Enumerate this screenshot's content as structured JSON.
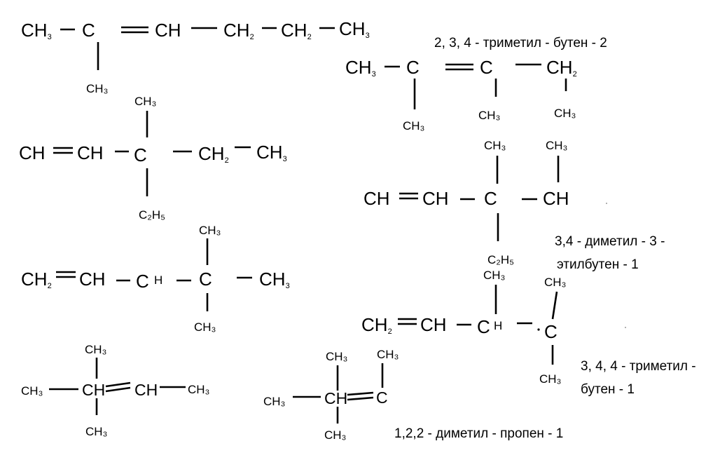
{
  "atoms": {
    "c": "C",
    "ch": "CH",
    "ch2_main": "CH",
    "ch2_sub": "2",
    "ch3_main": "CH",
    "ch3_sub": "3",
    "ch3_flat": "CH₃",
    "c2h5": "C₂H₅",
    "h": "H"
  },
  "labels": {
    "s2": "2, 3, 4 - триметил - бутен - 2",
    "s4_line1": "3,4 - диметил - 3 -",
    "s4_line2": "этилбутен - 1",
    "s6_line1": "3, 4, 4 - триметил -",
    "s6_line2": "бутен - 1",
    "s8": "1,2,2 - диметил - пропен - 1"
  }
}
